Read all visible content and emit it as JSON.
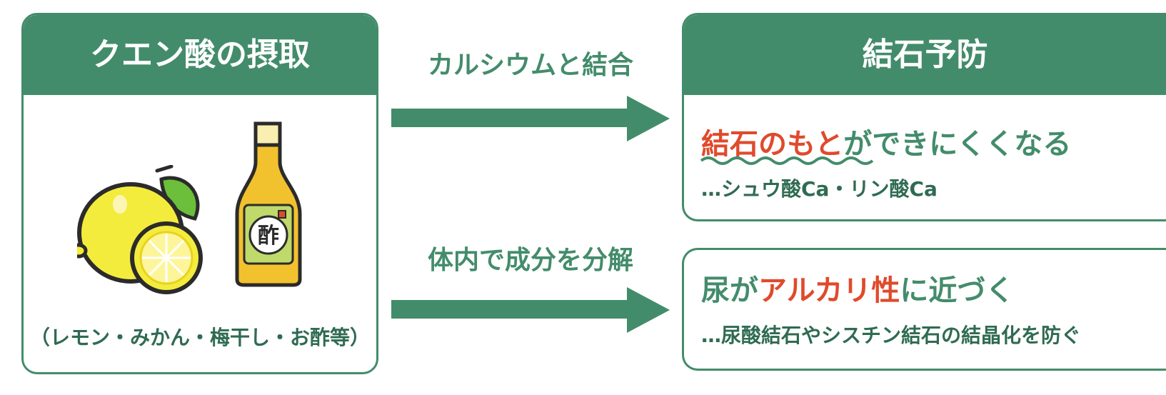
{
  "left": {
    "title": "クエン酸の摂取",
    "caption": "（レモン・みかん・梅干し・お酢等）",
    "vinegar_label": "酢"
  },
  "arrows": {
    "top_label": "カルシウムと結合",
    "bottom_label": "体内で成分を分解"
  },
  "right_top": {
    "title": "結石予防",
    "lead_red": "結石のもと",
    "lead_rest": "ができにくくなる",
    "sub": "…シュウ酸Ca・リン酸Ca"
  },
  "right_bottom": {
    "lead_pre": "尿が",
    "lead_red": "アルカリ性",
    "lead_post": "に近づく",
    "sub": "…尿酸結石やシスチン結石の結晶化を防ぐ"
  },
  "colors": {
    "green": "#438c6b",
    "red": "#e04a2c",
    "lemon": "#f4ec3c",
    "bottle": "#f2c12e"
  }
}
